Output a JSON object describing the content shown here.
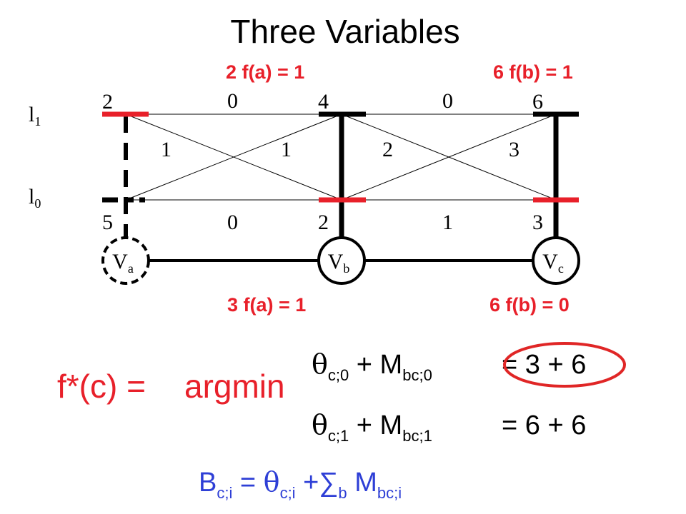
{
  "title": "Three Variables",
  "colors": {
    "red": "#e8202a",
    "blue": "#2e3fd6",
    "black": "#000000",
    "ellipse": "#e02626"
  },
  "row_labels": {
    "l1": {
      "base": "l",
      "sub": "1"
    },
    "l0": {
      "base": "l",
      "sub": "0"
    }
  },
  "nodes": {
    "a": {
      "base": "V",
      "sub": "a"
    },
    "b": {
      "base": "V",
      "sub": "b"
    },
    "c": {
      "base": "V",
      "sub": "c"
    }
  },
  "unary": {
    "a1": "2",
    "b1": "4",
    "c1": "6",
    "a0": "5",
    "b0": "2",
    "c0": "3"
  },
  "pairwise": {
    "ab_11": "0",
    "ab_10": "1",
    "ab_01": "1",
    "ab_00": "0",
    "bc_11": "0",
    "bc_10": "2",
    "bc_01": "3",
    "bc_00": "1"
  },
  "messages": {
    "top_left": {
      "val": "2",
      "rest": " f(a) = 1"
    },
    "top_right": {
      "val": "6",
      "rest": " f(b) = 1"
    },
    "bottom_left": {
      "val": "3",
      "rest": " f(a) = 1"
    },
    "bottom_right": {
      "val": "6",
      "rest": " f(b) = 0"
    }
  },
  "formula": {
    "lhs": "f*(c) =",
    "argmin": "argmin",
    "row0": {
      "theta": "θ",
      "theta_sub": "c;0",
      "plus_m": " + M",
      "m_sub": "bc;0",
      "rhs": "=  3 + 6"
    },
    "row1": {
      "theta": "θ",
      "theta_sub": "c;1",
      "plus_m": " + M",
      "m_sub": "bc;1",
      "rhs": "=  6 + 6"
    }
  },
  "belief": {
    "b": "B",
    "b_sub": "c;i",
    "eq": " = ",
    "theta": "θ",
    "theta_sub": "c;i",
    "plus_sum": " +∑",
    "sum_sub": "b",
    "m": " M",
    "m_sub": "bc;i"
  }
}
